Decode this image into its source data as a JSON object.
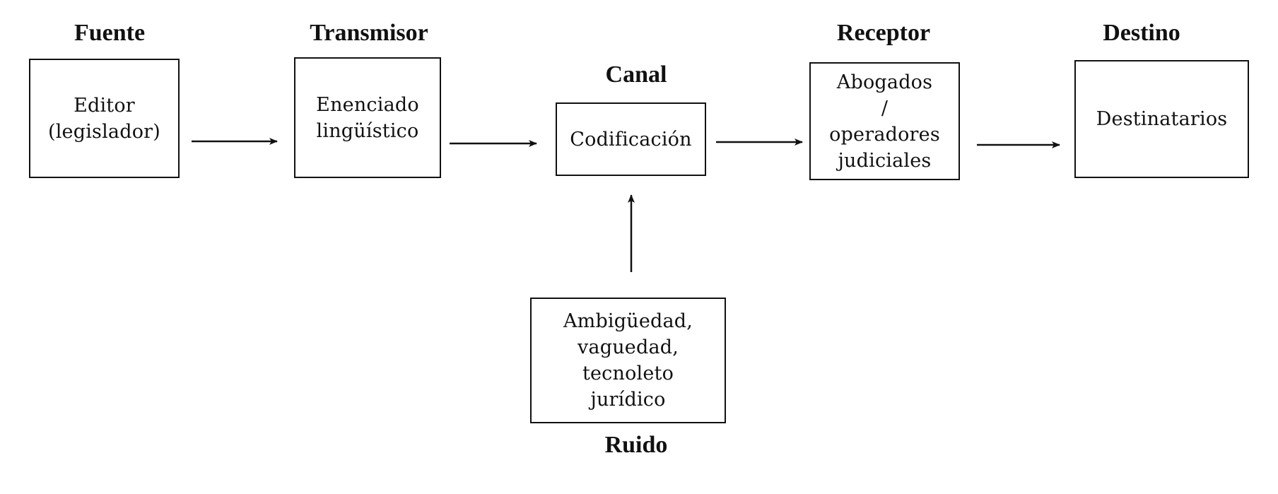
{
  "nodes": {
    "fuente": {
      "heading": "Fuente",
      "lines": [
        "Editor",
        "(legislador)"
      ]
    },
    "transmisor": {
      "heading": "Transmisor",
      "lines": [
        "Enenciado",
        "lingüístico"
      ]
    },
    "canal": {
      "heading": "Canal",
      "lines": [
        "Codificación"
      ]
    },
    "receptor": {
      "heading": "Receptor",
      "lines": [
        "Abogados",
        "/",
        "operadores",
        "judiciales"
      ]
    },
    "destino": {
      "heading": "Destino",
      "lines": [
        "Destinatarios"
      ]
    },
    "ruido": {
      "heading": "Ruido",
      "lines": [
        "Ambigüedad,",
        "vaguedad,",
        "tecnoleto",
        "jurídico"
      ]
    }
  },
  "edges": [
    {
      "from": "fuente",
      "to": "transmisor"
    },
    {
      "from": "transmisor",
      "to": "canal"
    },
    {
      "from": "canal",
      "to": "receptor"
    },
    {
      "from": "receptor",
      "to": "destino"
    },
    {
      "from": "ruido",
      "to": "canal"
    }
  ],
  "colors": {
    "stroke": "#111111",
    "background": "#ffffff"
  }
}
